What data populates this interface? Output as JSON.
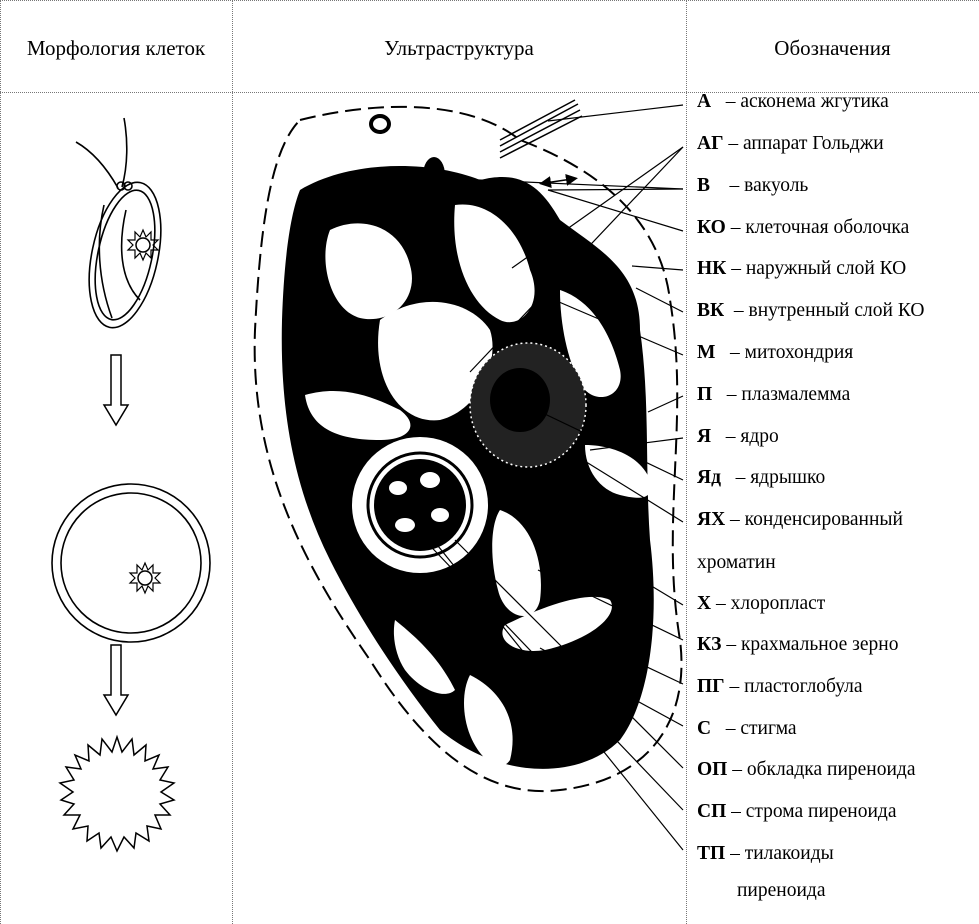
{
  "headers": {
    "col1": "Морфология клеток",
    "col2": "Ультраструктура",
    "col3": "Обозначения"
  },
  "legend": [
    {
      "code": "А",
      "text": "– асконема жгутика"
    },
    {
      "code": "АГ",
      "text": "– аппарат Гольджи"
    },
    {
      "code": "В",
      "text": "– вакуоль"
    },
    {
      "code": "КО",
      "text": "– клеточная оболочка"
    },
    {
      "code": "НК",
      "text": "– наружный слой КО"
    },
    {
      "code": "ВК",
      "text": "– внутренный слой КО"
    },
    {
      "code": "М",
      "text": "– митохондрия"
    },
    {
      "code": "П",
      "text": "– плазмалемма"
    },
    {
      "code": "Я",
      "text": "– ядро"
    },
    {
      "code": "Яд",
      "text": "– ядрышко"
    },
    {
      "code": "ЯХ",
      "text": "– конденсированный"
    },
    {
      "code": "Х",
      "text": "– хлоропласт"
    },
    {
      "code": "КЗ",
      "text": "– крахмальное зерно"
    },
    {
      "code": "ПГ",
      "text": "– пластоглобула"
    },
    {
      "code": "С",
      "text": "– стигма"
    },
    {
      "code": "ОП",
      "text": "– обкладка пиреноида"
    },
    {
      "code": "СП",
      "text": "– строма пиреноида"
    },
    {
      "code": "ТП",
      "text": "– тилакоиды"
    }
  ],
  "continuations": {
    "yakh": "хроматин",
    "tp": "пиреноида"
  }
}
